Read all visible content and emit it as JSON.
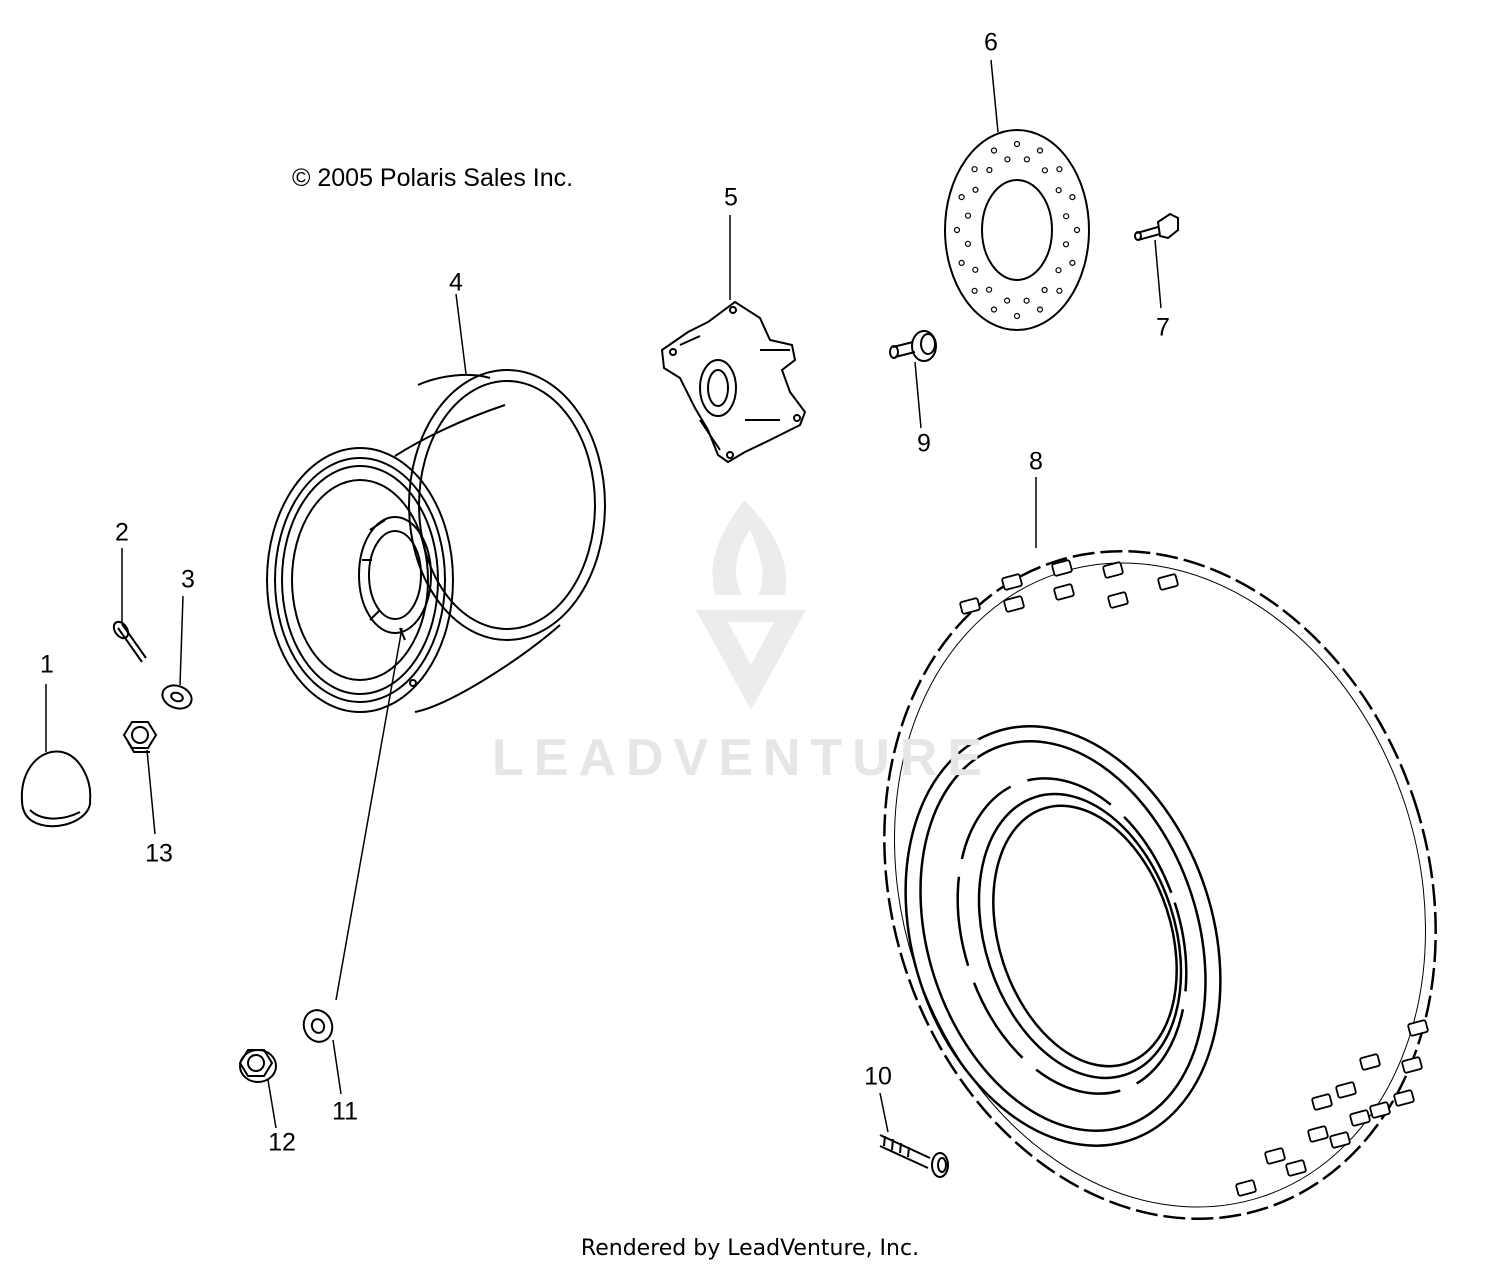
{
  "copyright": "© 2005 Polaris Sales Inc.",
  "footer": "Rendered by LeadVenture, Inc.",
  "watermark": "LEADVENTURE",
  "callouts": [
    "1",
    "2",
    "3",
    "4",
    "5",
    "6",
    "7",
    "8",
    "9",
    "10",
    "11",
    "12",
    "13"
  ],
  "colors": {
    "line": "#000000",
    "watermark": "#e6e6e6"
  }
}
